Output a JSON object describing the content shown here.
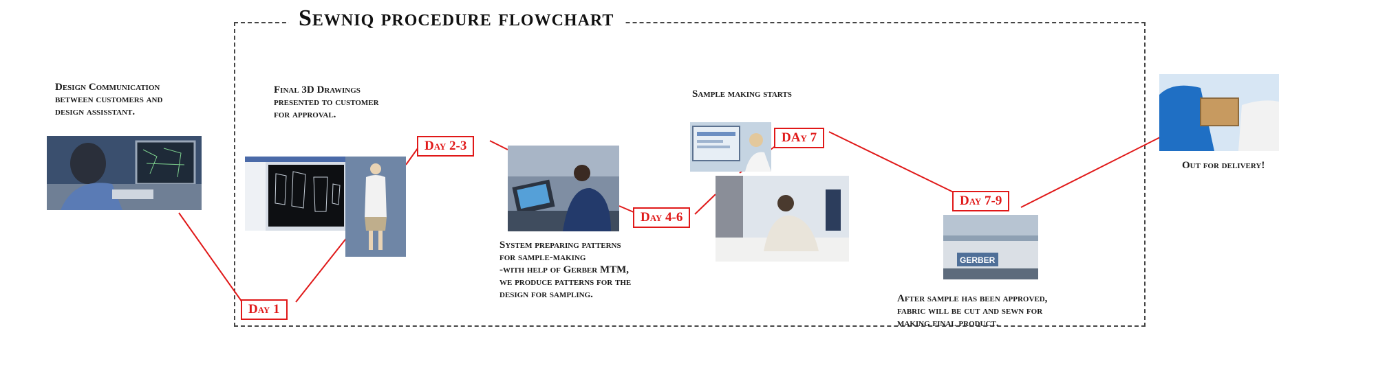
{
  "title": "Sewniq procedure flowchart",
  "steps": {
    "design": {
      "lines": [
        "Design Communication",
        "between customers  and",
        "design assisstant."
      ]
    },
    "drawings": {
      "lines": [
        "Final 3D Drawings",
        "presented to customer",
        "for approval."
      ]
    },
    "patterns": {
      "lines": [
        "System preparing patterns",
        "for sample-making",
        "-with help of Gerber MTM,",
        "we produce patterns for the",
        "design for sampling."
      ]
    },
    "sample": {
      "lines": [
        "Sample making starts"
      ]
    },
    "production": {
      "lines": [
        "After sample has been approved,",
        "fabric will be cut and sewn for",
        "making final product."
      ]
    },
    "delivery": {
      "lines": [
        "Out for delivery!"
      ]
    }
  },
  "days": {
    "day1": "Day 1",
    "day2_3": "Day 2-3",
    "day4_6": "Day 4-6",
    "day7": "DAy 7",
    "day7_9": "Day 7-9"
  },
  "colors": {
    "accent": "#e01818",
    "frame": "#444444",
    "photo_tint": "#3c5a86"
  },
  "icons": {
    "design_photo": "person-at-cad-computer-photo",
    "drawings_photo": "3d-pattern-software-and-mannequin-photo",
    "patterns_photo": "operator-at-cutting-machine-photo",
    "sample_photo_top": "woman-at-monitor-photo",
    "sample_photo_bottom": "woman-sewing-sample-photo",
    "production_photo": "gerber-cutting-machine-photo",
    "delivery_photo": "courier-handing-parcel-photo"
  }
}
